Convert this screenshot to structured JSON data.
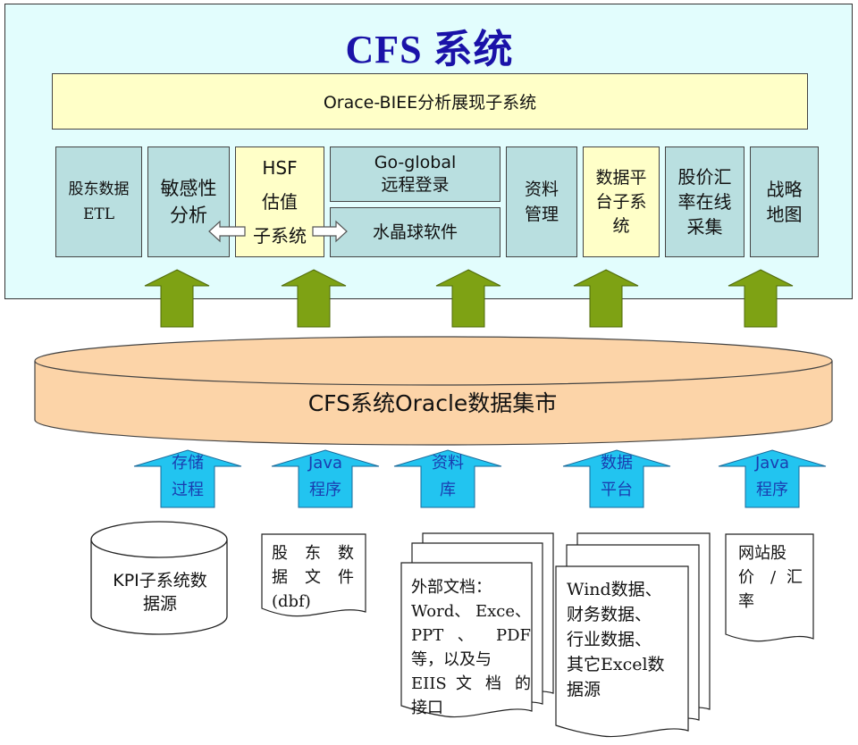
{
  "title": "CFS 系统",
  "biee": "Orace-BIEE分析展现子系统",
  "modules": {
    "etl": [
      "股东数据",
      "ETL"
    ],
    "sensitivity": [
      "敏感性",
      "分析"
    ],
    "hsf": [
      "HSF",
      "估值",
      "子系统"
    ],
    "goglobal": [
      "Go-global",
      "远程登录"
    ],
    "crystal": "水晶球软件",
    "archive": [
      "资料",
      "管理"
    ],
    "dataplatform": [
      "数据平",
      "台子系",
      "统"
    ],
    "stockfx": [
      "股价汇",
      "率在线",
      "采集"
    ],
    "strategy": [
      "战略",
      "地图"
    ]
  },
  "datamart": "CFS系统Oracle数据集市",
  "arrows": {
    "procedure": [
      "存储",
      "过程"
    ],
    "java1": [
      "Java",
      "程序"
    ],
    "library": [
      "资料",
      "库"
    ],
    "platform": [
      "数据",
      "平台"
    ],
    "java2": [
      "Java",
      "程序"
    ]
  },
  "sources": {
    "kpi": [
      "KPI子系统数",
      "据源"
    ],
    "shareholder": [
      "股 东 数",
      "据 文 件",
      "(dbf)"
    ],
    "external": [
      "外部文档：",
      "Word、 Exce、",
      "PPT 、 PDF",
      "等，以及与",
      "EIIS 文 档 的",
      "接口"
    ],
    "wind": [
      "Wind数据、",
      "财务数据、",
      "行业数据、",
      "其它Excel数",
      "据源"
    ],
    "website": [
      "网站股",
      "价 / 汇",
      "率"
    ]
  },
  "colors": {
    "frame": "#e2fdfd",
    "title": "#1a12a8",
    "biee": "#ffffc8",
    "module_teal": "#b9dfe0",
    "module_yellow": "#ffffc8",
    "green_arrow": "#7ea214",
    "cyan_arrow": "#22c4f0",
    "datamart": "#fcd4a8"
  }
}
